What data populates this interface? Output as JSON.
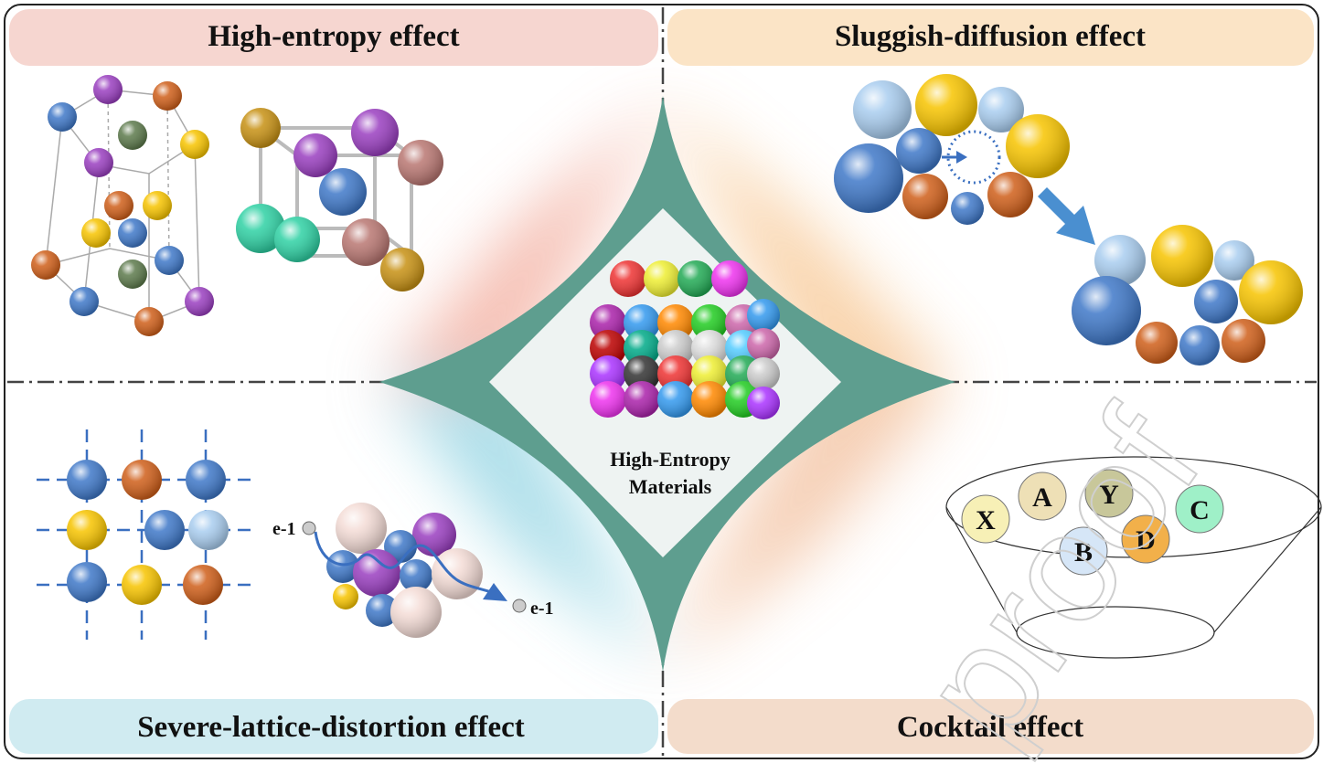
{
  "panels": {
    "top_left": {
      "title": "High-entropy effect"
    },
    "top_right": {
      "title": "Sluggish-diffusion effect"
    },
    "bottom_left": {
      "title": "Severe-lattice-distortion effect",
      "electron_in": "e-1",
      "electron_out": "e-1"
    },
    "bottom_right": {
      "title": "Cocktail effect",
      "elements": [
        "X",
        "A",
        "Y",
        "C",
        "B",
        "D"
      ]
    }
  },
  "center": {
    "line1": "High-Entropy",
    "line2": "Materials"
  },
  "watermark": "proof",
  "colors": {
    "star": "#5e9e8f",
    "diamond": "#eef3f2",
    "top_left_header": "#f6d6d0",
    "top_right_header": "#fbe4c6",
    "bottom_left_header": "#d0ebf1",
    "bottom_right_header": "#f3dccb"
  }
}
